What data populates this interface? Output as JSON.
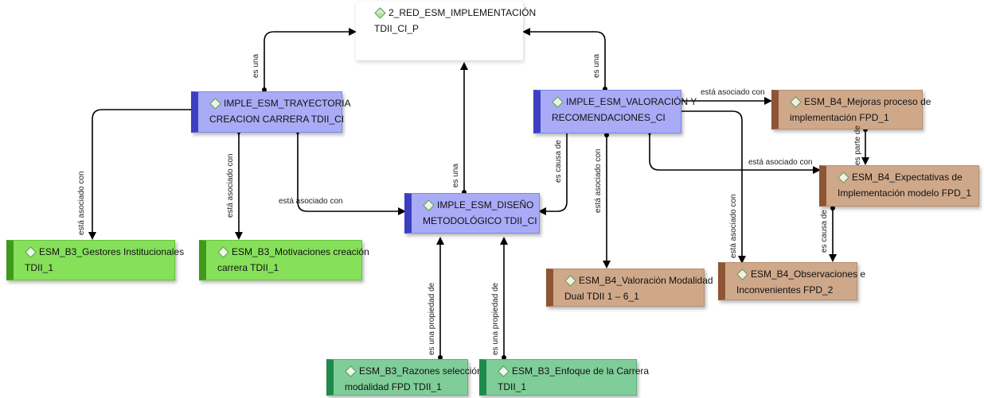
{
  "nodes": {
    "red_implementacion": {
      "line1": "2_RED_ESM_IMPLEMENTACIÓN",
      "line2": "TDII_CI_P",
      "color": "#ffffff"
    },
    "trayectoria": {
      "line1": "IMPLE_ESM_TRAYECTORIA",
      "line2": "CREACION CARRERA TDII_CI",
      "color": "#a9abf7"
    },
    "valoracion": {
      "line1": "IMPLE_ESM_VALORACIÓN Y",
      "line2": "RECOMENDACIONES_CI",
      "color": "#a9abf7"
    },
    "diseno": {
      "line1": "IMPLE_ESM_DISEÑO",
      "line2": "METODOLÓGICO TDII_CI",
      "color": "#a9abf7"
    },
    "mejoras": {
      "line1": "ESM_B4_Mejoras proceso de",
      "line2": "implementación FPD_1",
      "color": "#cfa88a"
    },
    "expectativas": {
      "line1": "ESM_B4_Expectativas de",
      "line2": "Implementación modelo FPD_1",
      "color": "#cfa88a"
    },
    "valoracion_modalidad": {
      "line1": "ESM_B4_Valoración Modalidad",
      "line2": "Dual TDII 1 – 6_1",
      "color": "#cfa88a"
    },
    "observaciones": {
      "line1": "ESM_B4_Observaciones e",
      "line2": "Inconvenientes FPD_2",
      "color": "#cfa88a"
    },
    "gestores": {
      "line1": "ESM_B3_Gestores Institucionales",
      "line2": "TDII_1",
      "color": "#86e05a"
    },
    "motivaciones": {
      "line1": "ESM_B3_Motivaciones creación",
      "line2": "carrera TDII_1",
      "color": "#86e05a"
    },
    "razones": {
      "line1": "ESM_B3_Razones selección",
      "line2": "modalidad FPD TDII_1",
      "color": "#7fcd98"
    },
    "enfoque": {
      "line1": "ESM_B3_Enfoque de la Carrera",
      "line2": "TDII_1",
      "color": "#7fcd98"
    }
  },
  "edge_labels": {
    "tray_red": "es una",
    "val_red": "es una",
    "dis_red": "es una",
    "tray_gestores": "está asociado con",
    "tray_motivaciones": "está asociado con",
    "tray_diseno": "está asociado con",
    "val_diseno": "es causa de",
    "val_valmod": "está asociado con",
    "val_mejoras": "está asociado con",
    "mejoras_expect": "es parte de",
    "val_expect": "está asociado con",
    "val_observ": "está asociado con",
    "expect_observ": "es causa de",
    "razones_diseno": "es una propiedad de",
    "enfoque_diseno": "es una propiedad de"
  }
}
